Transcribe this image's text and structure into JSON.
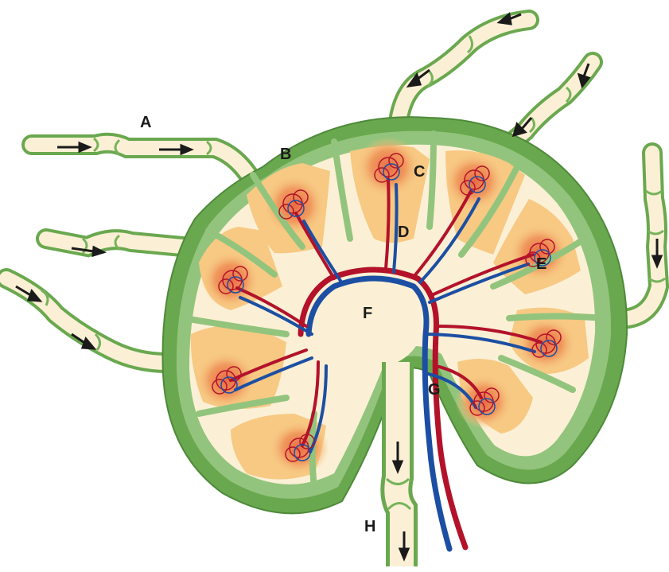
{
  "diagram": {
    "labels": {
      "A": "A",
      "B": "B",
      "C": "C",
      "D": "D",
      "E": "E",
      "F": "F",
      "G": "G",
      "H": "H"
    }
  },
  "colors": {
    "capsule": "#6aa84f",
    "capsule_dark": "#4e8a3a",
    "trabecula": "#93c47d",
    "vessel_fill": "#fbf0d5",
    "valve": "#76b35a",
    "cortex": "#f7c983",
    "follicle": "#ec8a56",
    "artery": "#b3122a",
    "vein": "#1c4fa3",
    "label": "#1a1a1a"
  }
}
